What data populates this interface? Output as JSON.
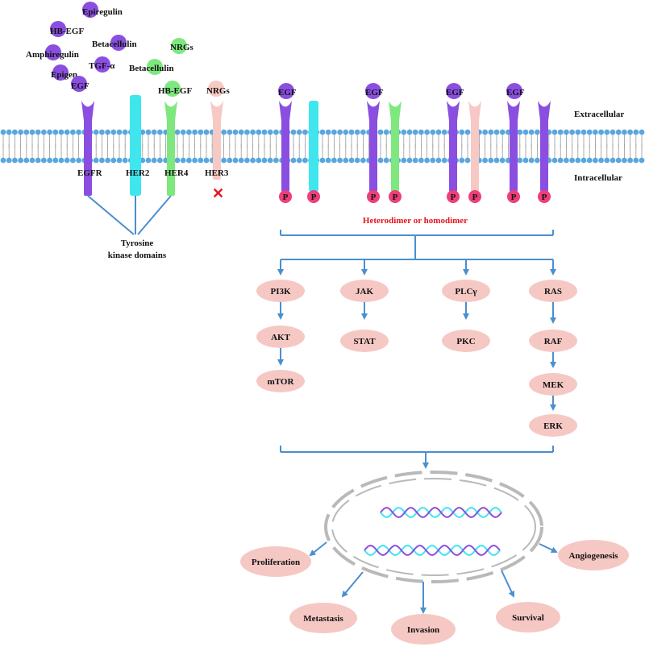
{
  "colors": {
    "purple": "#8a4fe0",
    "cyan": "#3fe6ee",
    "green": "#7ee87e",
    "pink_receptor": "#f7c9c4",
    "node_pink": "#f6c8c4",
    "phospho": "#ee3f7a",
    "arrow_blue": "#4a8fd0",
    "heterodimer_red": "#e8141a",
    "membrane_blue": "#5aa6de"
  },
  "ligands": {
    "epiregulin": "Epiregulin",
    "hbegf": "HB-EGF",
    "betacellulin": "Betacellulin",
    "amphiregulin": "Amphiregulin",
    "tgfa": "TGF-α",
    "epigen": "Epigen",
    "egf": "EGF",
    "nrgs": "NRGs",
    "betacellulin2": "Betacellulin",
    "hbegf2": "HB-EGF",
    "nrgs2": "NRGs"
  },
  "membrane": {
    "extracellular": "Extracellular",
    "intracellular": "Intracellular"
  },
  "receptors": {
    "egfr": "EGFR",
    "her2": "HER2",
    "her4": "HER4",
    "her3": "HER3",
    "no_activity": "✕"
  },
  "tyrosine_label": [
    "Tyrosine",
    "kinase domains"
  ],
  "dimers": {
    "egf_labels": [
      "EGF",
      "EGF",
      "EGF",
      "EGF"
    ],
    "phospho": "P",
    "heterodimer_label": "Heterodimer or homodimer"
  },
  "pathways": {
    "pi3k": "PI3K",
    "akt": "AKT",
    "mtor": "mTOR",
    "jak": "JAK",
    "stat": "STAT",
    "plcg": "PLCγ",
    "pkc": "PKC",
    "ras": "RAS",
    "raf": "RAF",
    "mek": "MEK",
    "erk": "ERK"
  },
  "outcomes": {
    "proliferation": "Proliferation",
    "angiogenesis": "Angiogenesis",
    "metastasis": "Metastasis",
    "invasion": "Invasion",
    "survival": "Survival"
  }
}
